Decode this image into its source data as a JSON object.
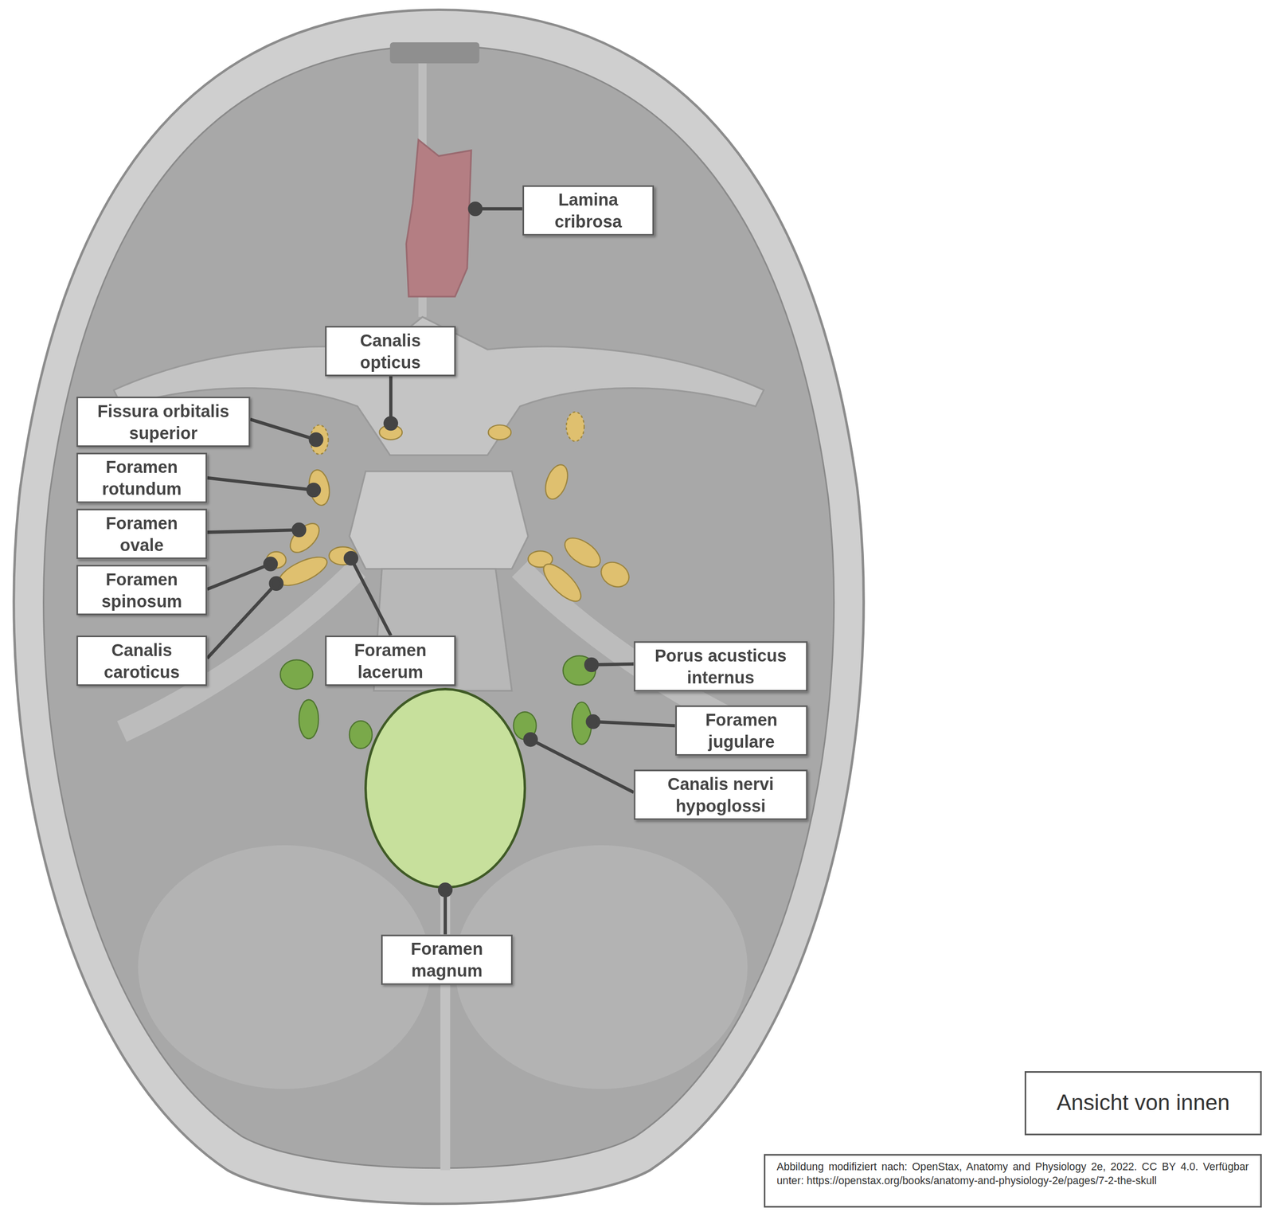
{
  "diagram": {
    "nodes": [
      {
        "text": [
          "Lamina cribrosa"
        ]
      },
      {
        "text": [
          "Canalis opticus"
        ]
      },
      {
        "text": [
          "Fissura orbitalis superior"
        ]
      },
      {
        "text": [
          "Foramen rotundum"
        ]
      },
      {
        "text": [
          "Foramen ovale"
        ]
      },
      {
        "text": [
          "Foramen spinosum"
        ]
      },
      {
        "text": [
          "Canalis caroticus"
        ]
      },
      {
        "text": [
          "Foramen lacerum"
        ]
      },
      {
        "text": [
          "Porus acusticus internus"
        ]
      },
      {
        "text": [
          "Foramen jugulare"
        ]
      },
      {
        "text": [
          "Canalis nervi hypoglossi"
        ]
      },
      {
        "text": [
          "Foramen magnum"
        ]
      },
      {
        "text": [
          "Ansicht von innen"
        ]
      },
      {
        "text": [
          "Abbildung modifiziert nach: OpenStax, Anatomy and Physiology 2e, 2022. CC BY 4.0. Verfügbar unter: https://openstax.org/books/anatomy-and-physiology-2e/pages/7-2-the-skull"
        ]
      }
    ]
  }
}
